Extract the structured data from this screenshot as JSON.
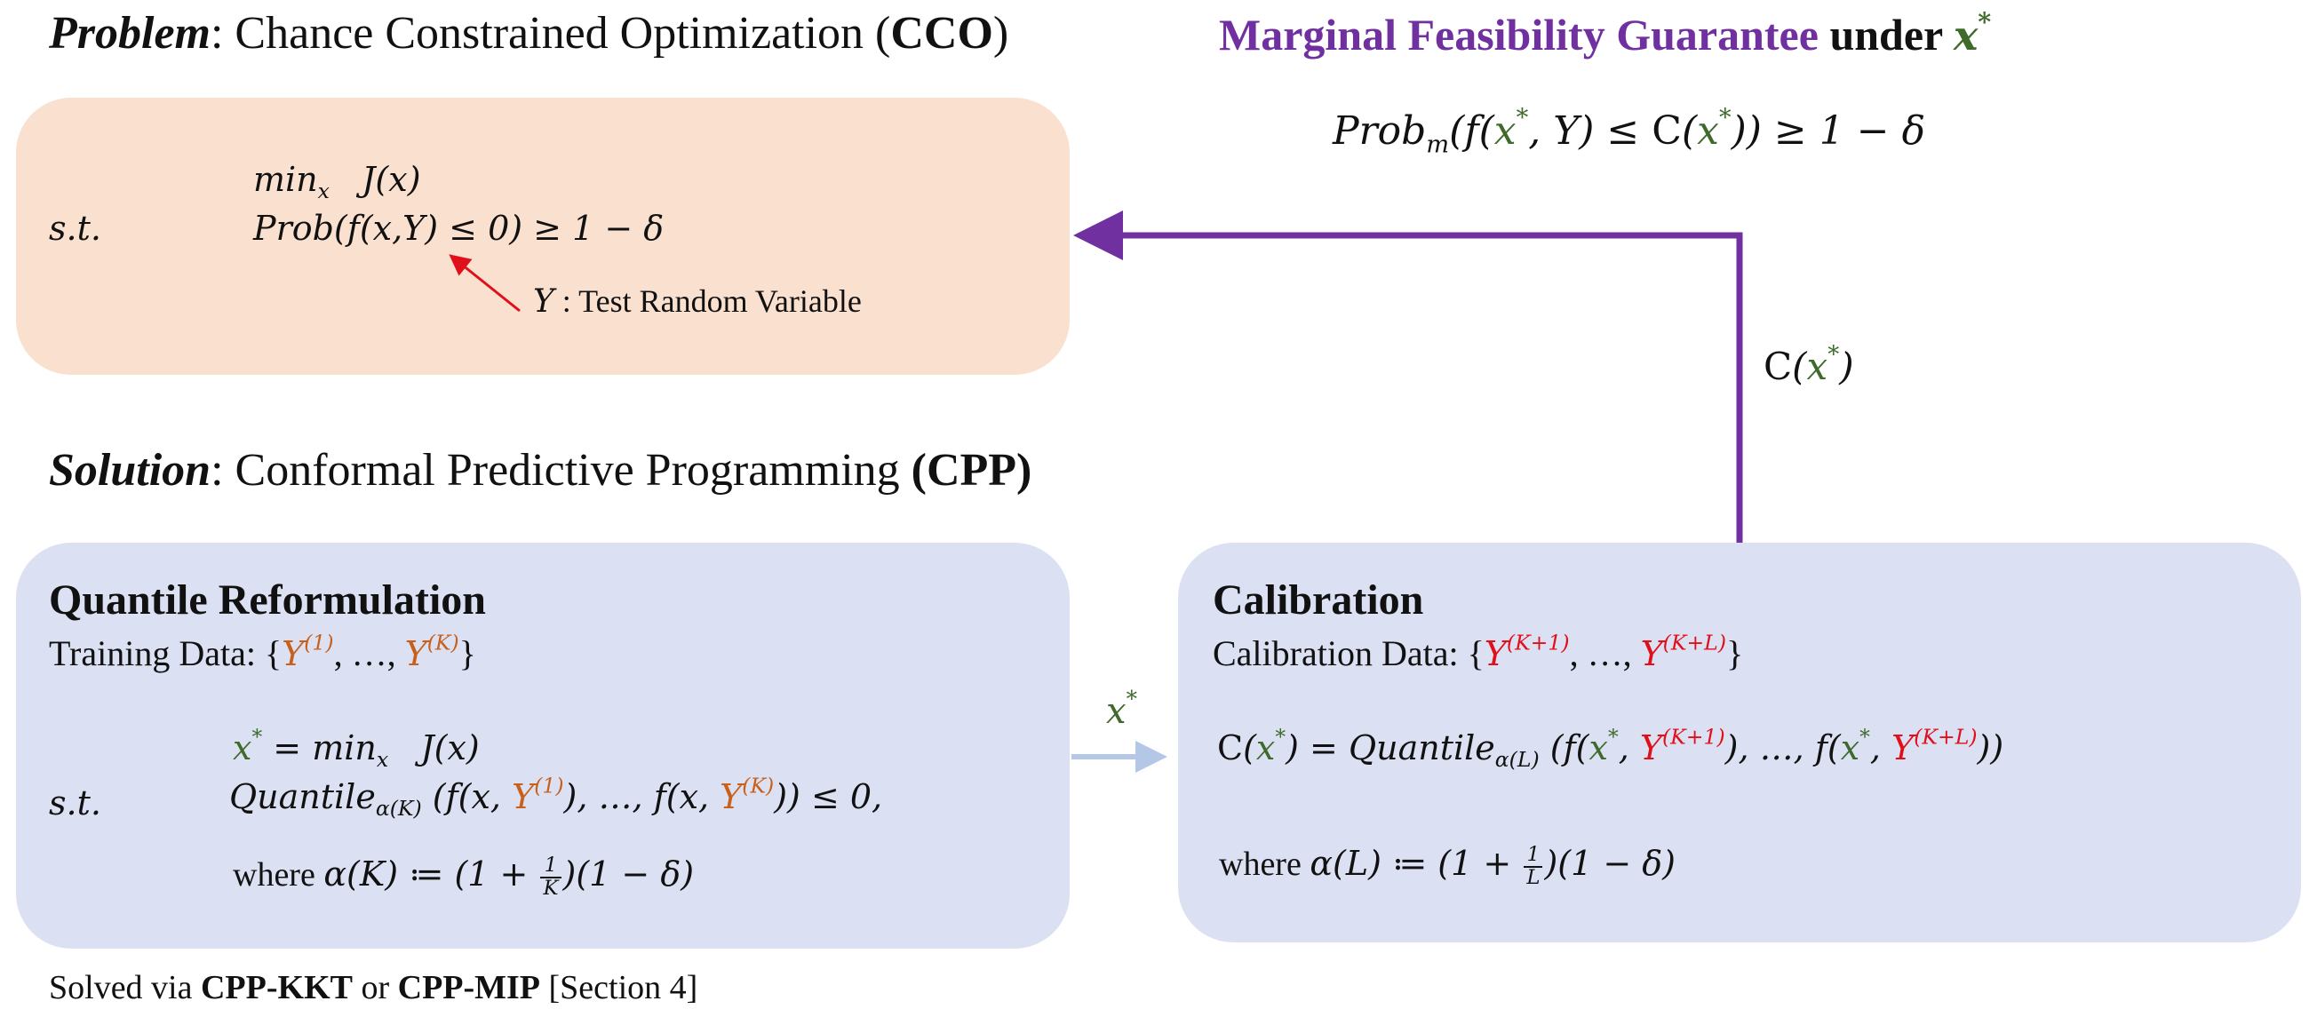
{
  "problem": {
    "heading_label": "Problem",
    "heading_text": ": Chance Constrained Optimization (",
    "heading_abbr": "CCO",
    "heading_close": ")",
    "objective": "min",
    "objective_sub": "x",
    "objective_fn": "J(x)",
    "st": "s.t.",
    "constraint": "Prob(f(x,Y) ≤ 0) ≥ 1 − δ",
    "annotation_var": "Y",
    "annotation_text": " : Test Random Variable"
  },
  "guarantee": {
    "title": "Marginal Feasibility Guarantee",
    "under": " under ",
    "xstar": "x",
    "formula": "Prob",
    "formula_sub": "m",
    "formula_rest": " ≥ 1 − δ"
  },
  "solution": {
    "heading_label": "Solution",
    "heading_text": ": Conformal Predictive Programming ",
    "heading_abbr": "(CPP)"
  },
  "quantile": {
    "title": "Quantile Reformulation",
    "data_label": "Training Data: ",
    "st": "s.t.",
    "quantile_word": "Quantile",
    "alpha_sub": "α(K)",
    "where_word": "where ",
    "alpha_def": "α(K) ≔ (1 + ",
    "frac_num": "1",
    "frac_den": "K",
    "alpha_tail": ")(1 − δ)"
  },
  "calibration": {
    "title": "Calibration",
    "data_label": "Calibration Data: ",
    "quantile_word": "Quantile",
    "alpha_sub": "α(L)",
    "where_word": "where ",
    "alpha_def": "α(L) ≔ (1 + ",
    "frac_num": "1",
    "frac_den": "L",
    "alpha_tail": ")(1 − δ)"
  },
  "arrows": {
    "xstar_label": "x",
    "c_label": "C"
  },
  "footer": {
    "prefix": "Solved via ",
    "method1": "CPP-KKT",
    "or_word": " or ",
    "method2": "CPP-MIP",
    "section": " [Section 4]"
  },
  "colors": {
    "problem_box": "#fae0cf",
    "solution_box": "#dbe1f2",
    "purple_accent": "#7030a0",
    "training_orange": "#c8601c",
    "calibration_red": "#e0101a",
    "xstar_green": "#3f6a2c",
    "arrow_light_blue": "#b4c7e7",
    "arrow_red": "#e0101a"
  }
}
